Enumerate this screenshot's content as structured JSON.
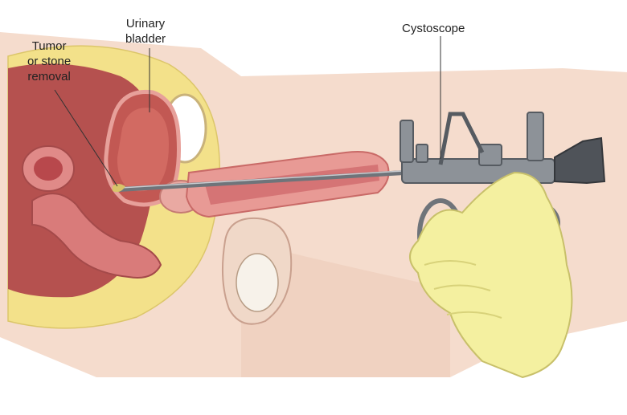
{
  "labels": {
    "tumor": "Tumor\nor stone\nremoval",
    "bladder": "Urinary\nbladder",
    "cystoscope": "Cystoscope"
  },
  "colors": {
    "skin": "#f5dccd",
    "skin_shadow": "#e9bfae",
    "fat": "#f3e18a",
    "muscle": "#d97b7a",
    "muscle_dark": "#b8484c",
    "cavity": "#a8403f",
    "bone": "#ffffff",
    "scope_metal": "#8d9298",
    "scope_dark": "#565b61",
    "glove": "#f4f0a0",
    "glove_shadow": "#d8d27a",
    "leader_line": "#333333"
  },
  "icons": {
    "cystoscope": "cystoscope-illustration",
    "hand": "gloved-hand-illustration"
  }
}
